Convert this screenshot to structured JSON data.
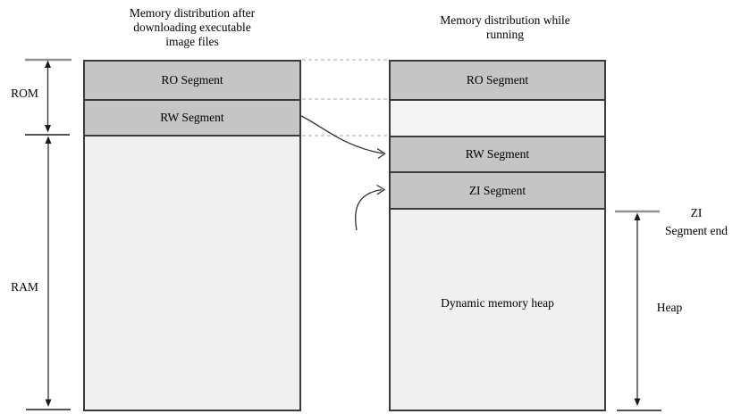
{
  "columns": {
    "left": {
      "title_lines": [
        "Memory distribution after",
        "downloading executable",
        "image files"
      ],
      "segments": {
        "ro": "RO Segment",
        "rw": "RW Segment"
      }
    },
    "right": {
      "title_lines": [
        "Memory distribution while",
        "running"
      ],
      "segments": {
        "ro": "RO Segment",
        "rw": "RW Segment",
        "zi": "ZI Segment",
        "heap": "Dynamic memory heap"
      }
    }
  },
  "side_labels": {
    "rom": "ROM",
    "ram": "RAM",
    "zi_end_lines": [
      "ZI",
      "Segment end"
    ],
    "heap": "Heap"
  },
  "colors": {
    "segment_fill": "#c5c5c5",
    "column_fill": "#f0f0f0",
    "gap_fill": "#f3f3f3",
    "border": "#3a3a3a",
    "dashed_connector": "#bbbbbb",
    "gray_tick": "#909090",
    "black_tick": "#1a1a1a",
    "arrow": "#2f2f2f",
    "background": "#ffffff",
    "text": "#000000"
  }
}
